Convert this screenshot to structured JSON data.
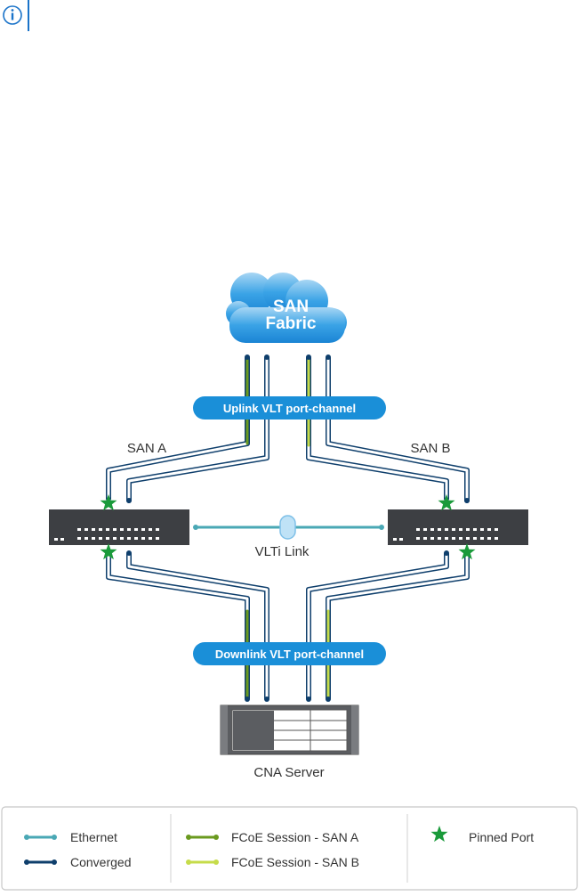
{
  "labels": {
    "san_fabric_line1": "SAN",
    "san_fabric_line2": "Fabric",
    "uplink": "Uplink VLT port-channel",
    "downlink": "Downlink VLT port-channel",
    "san_a": "SAN A",
    "san_b": "SAN B",
    "vlti_link": "VLTi Link",
    "cna_server": "CNA Server"
  },
  "legend": {
    "ethernet": "Ethernet",
    "converged": "Converged",
    "fcoe_san_a": "FCoE Session - SAN A",
    "fcoe_san_b": "FCoE Session - SAN B",
    "pinned_port": "Pinned Port"
  },
  "colors": {
    "ethernet": "#4aa8b5",
    "converged": "#0f3f6c",
    "fcoe_san_a": "#6a9a1f",
    "fcoe_san_b": "#c6dc4a",
    "pinned_port": "#1a9a3a",
    "accent_blue": "#1a8fd8",
    "switch_body": "#3d3f43"
  },
  "icons": {
    "note": "info-circle-icon",
    "cloud": "cloud-icon",
    "switch": "network-switch-icon",
    "server": "server-icon",
    "pinned": "star-icon"
  }
}
